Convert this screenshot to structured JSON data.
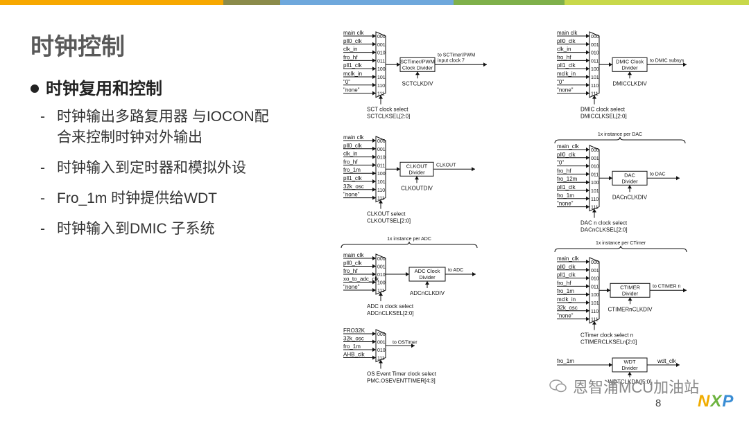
{
  "colors": {
    "bar": [
      "#f7a800",
      "#8b8b4a",
      "#6fa8dc",
      "#7fb04a",
      "#c8d84a"
    ]
  },
  "slide": {
    "title": "时钟控制",
    "bullet": "时钟复用和控制",
    "subs": [
      {
        "line1": "时钟输出多路复用器 与IOCON配",
        "line2": "合来控制时钟对外输出"
      },
      {
        "line1": "时钟输入到定时器和模拟外设"
      },
      {
        "line1": "Fro_1m 时钟提供给WDT"
      },
      {
        "line1": "时钟输入到DMIC 子系统"
      }
    ],
    "page_number": "8",
    "watermark": "恩智浦MCU加油站",
    "logo": {
      "n": "N",
      "x": "X",
      "p": "P"
    }
  },
  "diagram": {
    "sct": {
      "inputs": [
        "main clk",
        "pll0_clk",
        "clk_in",
        "fro_hf",
        "pll1_clk",
        "mclk_in",
        "\"0\"",
        "\"none\""
      ],
      "codes": [
        "000",
        "001",
        "010",
        "011",
        "100",
        "101",
        "110",
        "111"
      ],
      "box": [
        "SCTimer/PWM",
        "Clock Divider"
      ],
      "div": "SCTCLKDIV",
      "out": [
        "to SCTimer/PWM",
        "input clock 7"
      ],
      "sel": [
        "SCT clock select",
        "SCTCLKSEL[2:0]"
      ]
    },
    "dmic": {
      "inputs": [
        "main clk",
        "pll0_clk",
        "clk_in",
        "fro_hf",
        "pll1_clk",
        "mclk_in",
        "\"0\"",
        "\"none\""
      ],
      "codes": [
        "000",
        "001",
        "010",
        "011",
        "100",
        "101",
        "110",
        "111"
      ],
      "box": [
        "DMIC Clock",
        "Divider"
      ],
      "div": "DMICCLKDIV",
      "out": "to DMIC subsys",
      "sel": [
        "DMIC clock select",
        "DMICCLKSEL[2:0]"
      ]
    },
    "clkout": {
      "inputs": [
        "main clk",
        "pll0_clk",
        "clk_in",
        "fro_hf",
        "fro_1m",
        "pll1_clk",
        "32k_osc",
        "\"none\""
      ],
      "codes": [
        "000",
        "001",
        "010",
        "011",
        "100",
        "101",
        "110",
        "111"
      ],
      "box": [
        "CLKOUT",
        "Divider"
      ],
      "div": "CLKOUTDIV",
      "out": "CLKOUT",
      "sel": [
        "CLKOUT select",
        "CLKOUTSEL[2:0]"
      ]
    },
    "dac": {
      "instance": "1x instance per DAC",
      "inputs": [
        "main_clk",
        "pll0_clk",
        "\"0\"",
        "fro_hf",
        "fro_12m",
        "pll1_clk",
        "fro_1m",
        "\"none\""
      ],
      "codes": [
        "000",
        "001",
        "010",
        "011",
        "100",
        "101",
        "110",
        "111"
      ],
      "box": [
        "DAC",
        "Divider"
      ],
      "div": "DACnCLKDIV",
      "out": "to DAC",
      "sel": [
        "DAC n clock select",
        "DACnCLKSEL[2:0]"
      ]
    },
    "adc": {
      "instance": "1x instance per ADC",
      "inputs": [
        "main clk",
        "pll0_clk",
        "fro_hf",
        "xo_to_adc_clk",
        "\"none\""
      ],
      "codes": [
        "000",
        "001",
        "010",
        "100",
        "111"
      ],
      "box": [
        "ADC Clock",
        "Divider"
      ],
      "div": "ADCnCLKDIV",
      "out": "to ADC",
      "sel": [
        "ADC n clock select",
        "ADCnCLKSEL[2:0]"
      ]
    },
    "ctimer": {
      "instance": "1x instance per CTimer",
      "inputs": [
        "main_clk",
        "pll0_clk",
        "pll1_clk",
        "fro_hf",
        "fro_1m",
        "mclk_in",
        "32k_osc",
        "\"none\""
      ],
      "codes": [
        "000",
        "001",
        "010",
        "011",
        "100",
        "101",
        "110",
        "111"
      ],
      "box": [
        "CTIMER",
        "Divider"
      ],
      "div": "CTIMERnCLKDIV",
      "out": "to CTIMER n",
      "sel": [
        "CTimer clock select n",
        "CTIMERCLKSELn[2:0]"
      ]
    },
    "ostimer": {
      "inputs": [
        "FRO32K",
        "32k_osc",
        "fro_1m",
        "AHB_clk"
      ],
      "codes": [
        "000",
        "001",
        "010",
        "111"
      ],
      "out": "to OSTimer",
      "sel": [
        "OS Event Timer clock select",
        "PMC.OSEVENTTIMER[4:3]"
      ]
    },
    "wdt": {
      "input": "fro_1m",
      "box": [
        "WDT",
        "Divider"
      ],
      "div": "WDTCLKDIV[5:0]",
      "out": "wdt_clk"
    }
  }
}
